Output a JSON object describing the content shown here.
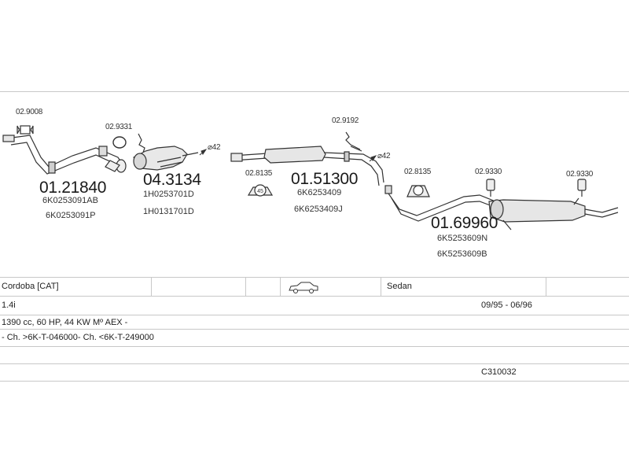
{
  "parts": {
    "p1": {
      "number": "01.21840",
      "oem": [
        "6K0253091AB",
        "6K0253091P"
      ]
    },
    "p2": {
      "number": "04.3134",
      "oem": [
        "1H0253701D",
        "1H0131701D"
      ]
    },
    "p3": {
      "number": "01.51300",
      "oem": [
        "6K6253409",
        "6K6253409J"
      ]
    },
    "p4": {
      "number": "01.69960",
      "oem": [
        "6K5253609N",
        "6K5253609B"
      ]
    }
  },
  "accessories": {
    "gasket_front": "02.9008",
    "gasket_cat": "02.9331",
    "clamp_mid": "02.9192",
    "hanger_left": "02.8135",
    "hanger_right": "02.8135",
    "hanger_45_label": "45",
    "clip_1": "02.9330",
    "clip_2": "02.9330"
  },
  "diameters": {
    "d1": "⌀42",
    "d2": "⌀42"
  },
  "vehicle": {
    "model": "Cordoba  [CAT]",
    "body": "Sedan",
    "engine": "1.4i",
    "period": "09/95 - 06/96",
    "spec": "1390 cc, 60 HP, 44 KW Mº AEX -",
    "chassis": "- Ch. >6K-T-046000- Ch. <6K-T-249000",
    "code": "C310032"
  }
}
